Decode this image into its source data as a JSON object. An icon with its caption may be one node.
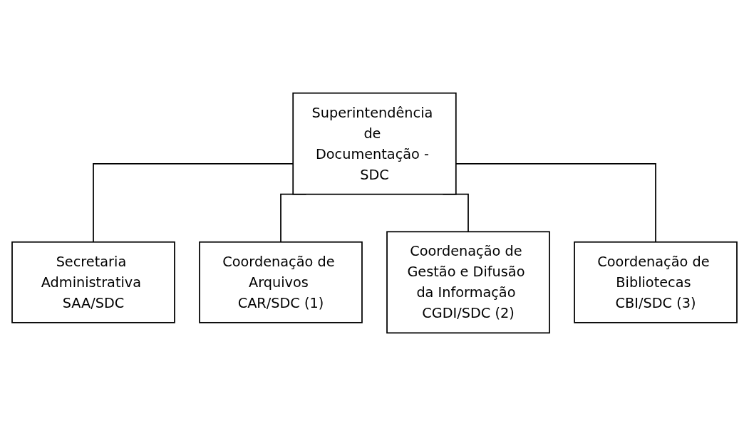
{
  "diagram": {
    "nodes": [
      {
        "text": [
          "Superintendência de Documentação - SDC"
        ]
      },
      {
        "text": [
          "Secretaria Administrativa SAA/SDC"
        ]
      },
      {
        "text": [
          "Coordenação de Arquivos CAR/SDC (1)"
        ]
      },
      {
        "text": [
          "Coordenação de Gestão e Difusão da Informação CGDI/SDC (2)"
        ]
      },
      {
        "text": [
          "Coordenação de Bibliotecas CBI/SDC (3)"
        ]
      }
    ],
    "edges": [
      {
        "from": 0,
        "to": 1,
        "arrow": "none"
      },
      {
        "from": 0,
        "to": 2,
        "arrow": "none"
      },
      {
        "from": 0,
        "to": 3,
        "arrow": "none"
      },
      {
        "from": 0,
        "to": 4,
        "arrow": "none"
      }
    ]
  }
}
